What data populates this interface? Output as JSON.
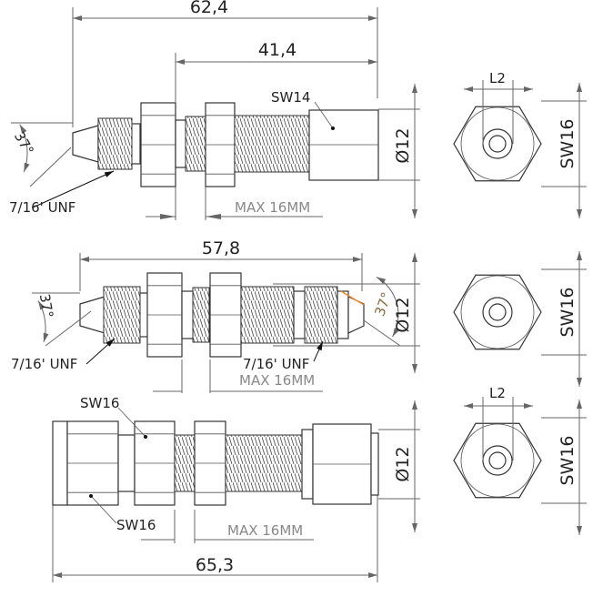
{
  "views": {
    "top": {
      "overall_length": "62,4",
      "thread_length": "41,4",
      "hex_label": "SW14",
      "diameter": "Ø12",
      "angle": "37°",
      "thread_label": "7/16' UNF",
      "max_label": "MAX 16MM"
    },
    "middle": {
      "overall_length": "57,8",
      "diameter": "Ø12",
      "angle_left": "37°",
      "angle_right": "37°",
      "thread_label_left": "7/16' UNF",
      "thread_label_right": "7/16' UNF",
      "max_label": "MAX 16MM"
    },
    "bottom": {
      "overall_length": "65,3",
      "diameter": "Ø12",
      "hex_label_top": "SW16",
      "hex_label_bottom": "SW16",
      "max_label": "MAX 16MM"
    }
  },
  "end_views": [
    {
      "width_label": "L2",
      "hex_label": "SW16"
    },
    {
      "hex_label": "SW16"
    },
    {
      "width_label": "L2",
      "hex_label": "SW16"
    }
  ],
  "colors": {
    "line": "#333333",
    "dimension": "#666666",
    "highlight": "#f08a24"
  }
}
